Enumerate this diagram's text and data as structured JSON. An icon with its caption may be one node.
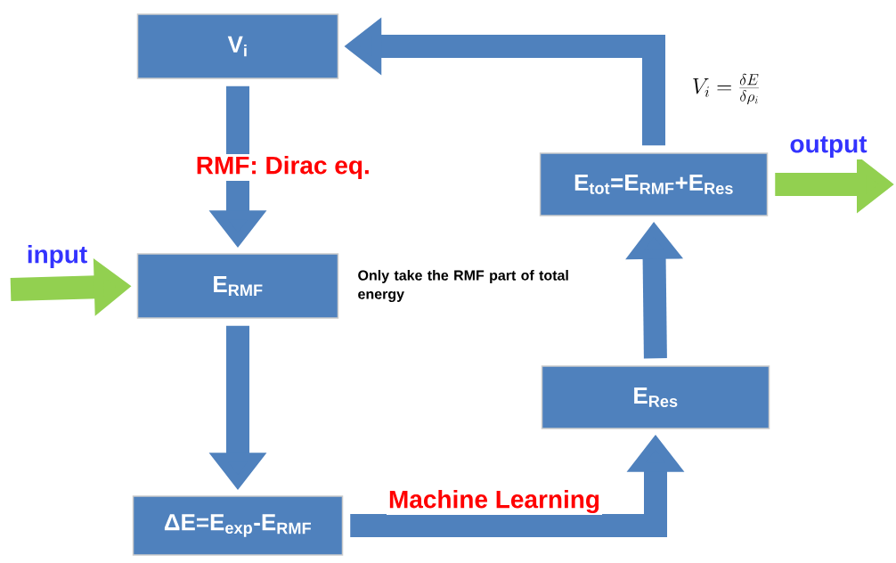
{
  "diagram": {
    "nodes": [
      {
        "text": [
          "V$_{i}$"
        ]
      },
      {
        "text": [
          "E$_{RMF}$"
        ],
        "beside": [
          "Only take the RMF part of total energy"
        ]
      },
      {
        "text": [
          "ΔE=E$_{exp}$-E$_{RMF}$"
        ]
      },
      {
        "text": [
          "E$_{Res}$"
        ]
      },
      {
        "text": [
          "E$_{tot}$=E$_{RMF}$+E$_{Res}$"
        ]
      }
    ],
    "edges": [
      {
        "from": 0,
        "to": 1,
        "arrow": "to",
        "label": "RMF: Dirac eq."
      },
      {
        "from": 1,
        "to": 2,
        "arrow": "to"
      },
      {
        "from": 2,
        "to": 3,
        "arrow": "to",
        "label": "Machine Learning"
      },
      {
        "from": 3,
        "to": 4,
        "arrow": "to"
      },
      {
        "from": 4,
        "to": 0,
        "arrow": "to",
        "label": "V_i = \\frac{\\delta E}{\\delta\\rho_i}"
      },
      {
        "from": null,
        "to": 1,
        "arrow": "to",
        "label": "input",
        "color": "#92d050"
      },
      {
        "from": 4,
        "to": null,
        "arrow": "to",
        "label": "output",
        "color": "#92d050"
      }
    ]
  }
}
